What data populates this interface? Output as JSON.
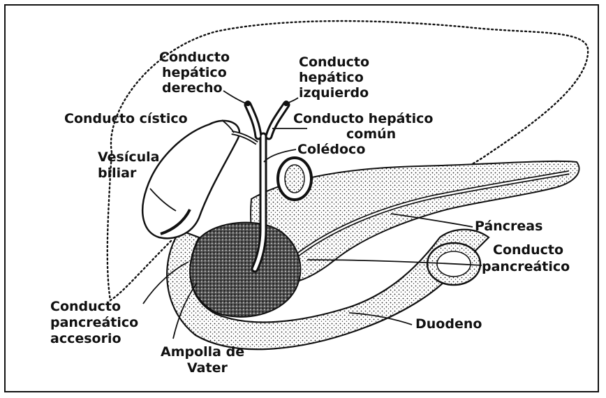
{
  "labels": {
    "right_hepatic_duct": [
      "Conducto",
      "hepático",
      "derecho"
    ],
    "left_hepatic_duct": [
      "Conducto",
      "hepático",
      "izquierdo"
    ],
    "cystic_duct": "Conducto cístico",
    "common_hepatic_duct": [
      "Conducto hepático",
      "común"
    ],
    "gallbladder": [
      "Vesícula",
      "biliar"
    ],
    "common_bile_duct": "Colédoco",
    "pancreas": "Páncreas",
    "pancreatic_duct": [
      "Conducto",
      "pancreático"
    ],
    "accessory_pancreatic_duct": [
      "Conducto",
      "pancreático",
      "accesorio"
    ],
    "duodenum": "Duodeno",
    "ampulla_of_vater": [
      "Ampolla de",
      "Vater"
    ]
  },
  "colors": {
    "ink": "#111111",
    "background": "#ffffff"
  }
}
